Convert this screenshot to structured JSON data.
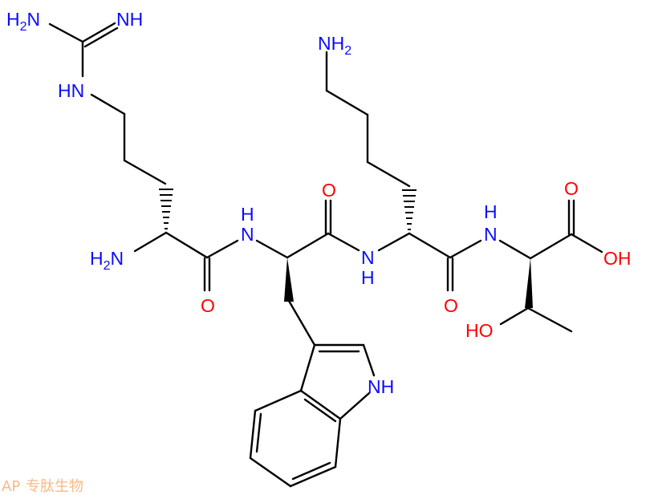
{
  "diagram": {
    "type": "chemical-structure",
    "molecule": "D-Arg-D-Trp-D-Lys-Thr (tetrapeptide)",
    "colors": {
      "nitrogen": "#0a0aff",
      "oxygen": "#ff0000",
      "bond": "#000000",
      "watermark": "#f4a460"
    },
    "labels": {
      "guan_h2n": {
        "main": "H",
        "sub": "2",
        "tail": "N"
      },
      "guan_nh": "NH",
      "guan_hn": "HN",
      "arg_h2n": {
        "main": "H",
        "sub": "2",
        "tail": "N"
      },
      "arg_o": "O",
      "amide1_n": "N",
      "amide1_h": "H",
      "trp_o": "O",
      "amide2_n": "N",
      "amide2_h": "H",
      "indole_nh": "NH",
      "lys_nh2": {
        "main": "NH",
        "sub": "2"
      },
      "lys_o": "O",
      "amide3_n": "N",
      "amide3_h": "H",
      "acid_o": "O",
      "acid_oh": "OH",
      "thr_ho": "HO"
    }
  },
  "watermark": {
    "logo": "AP",
    "text": "专肽生物"
  }
}
